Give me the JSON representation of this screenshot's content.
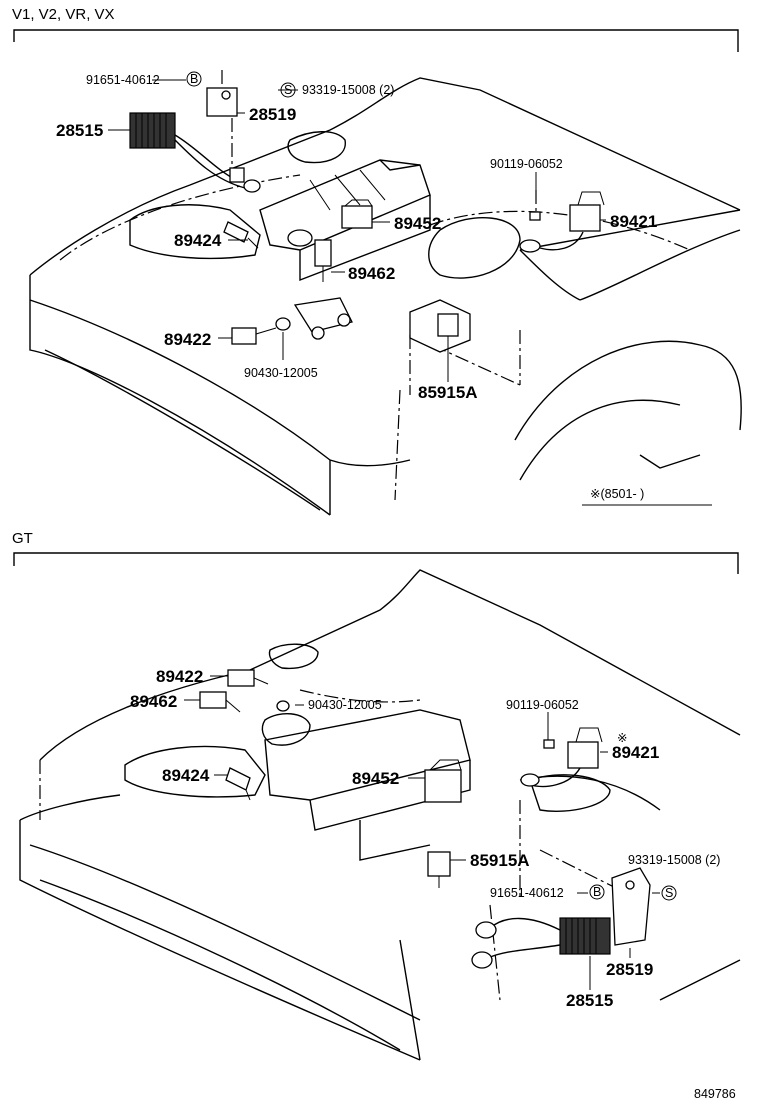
{
  "sections": [
    {
      "header": "V1, V2, VR, VX",
      "parts": {
        "p91651": "91651-40612",
        "p93319": "93319-15008 (2)",
        "p28515": "28515",
        "p28519": "28519",
        "p90119": "90119-06052",
        "p89421": "89421",
        "p89424": "89424",
        "p89452": "89452",
        "p89462": "89462",
        "p89422": "89422",
        "p90430": "90430-12005",
        "p85915A": "85915A"
      },
      "note": "※(8501-          )"
    },
    {
      "header": "GT",
      "parts": {
        "p89422": "89422",
        "p89462": "89462",
        "p90430": "90430-12005",
        "p90119": "90119-06052",
        "p89421": "89421",
        "p89424": "89424",
        "p89452": "89452",
        "p85915A": "85915A",
        "p93319": "93319-15008 (2)",
        "p91651": "91651-40612",
        "p28519": "28519",
        "p28515": "28515"
      }
    }
  ],
  "circle_symbols": {
    "b": "B",
    "s": "S"
  },
  "footer_code": "849786",
  "marks": {
    "asterisk": "※"
  }
}
